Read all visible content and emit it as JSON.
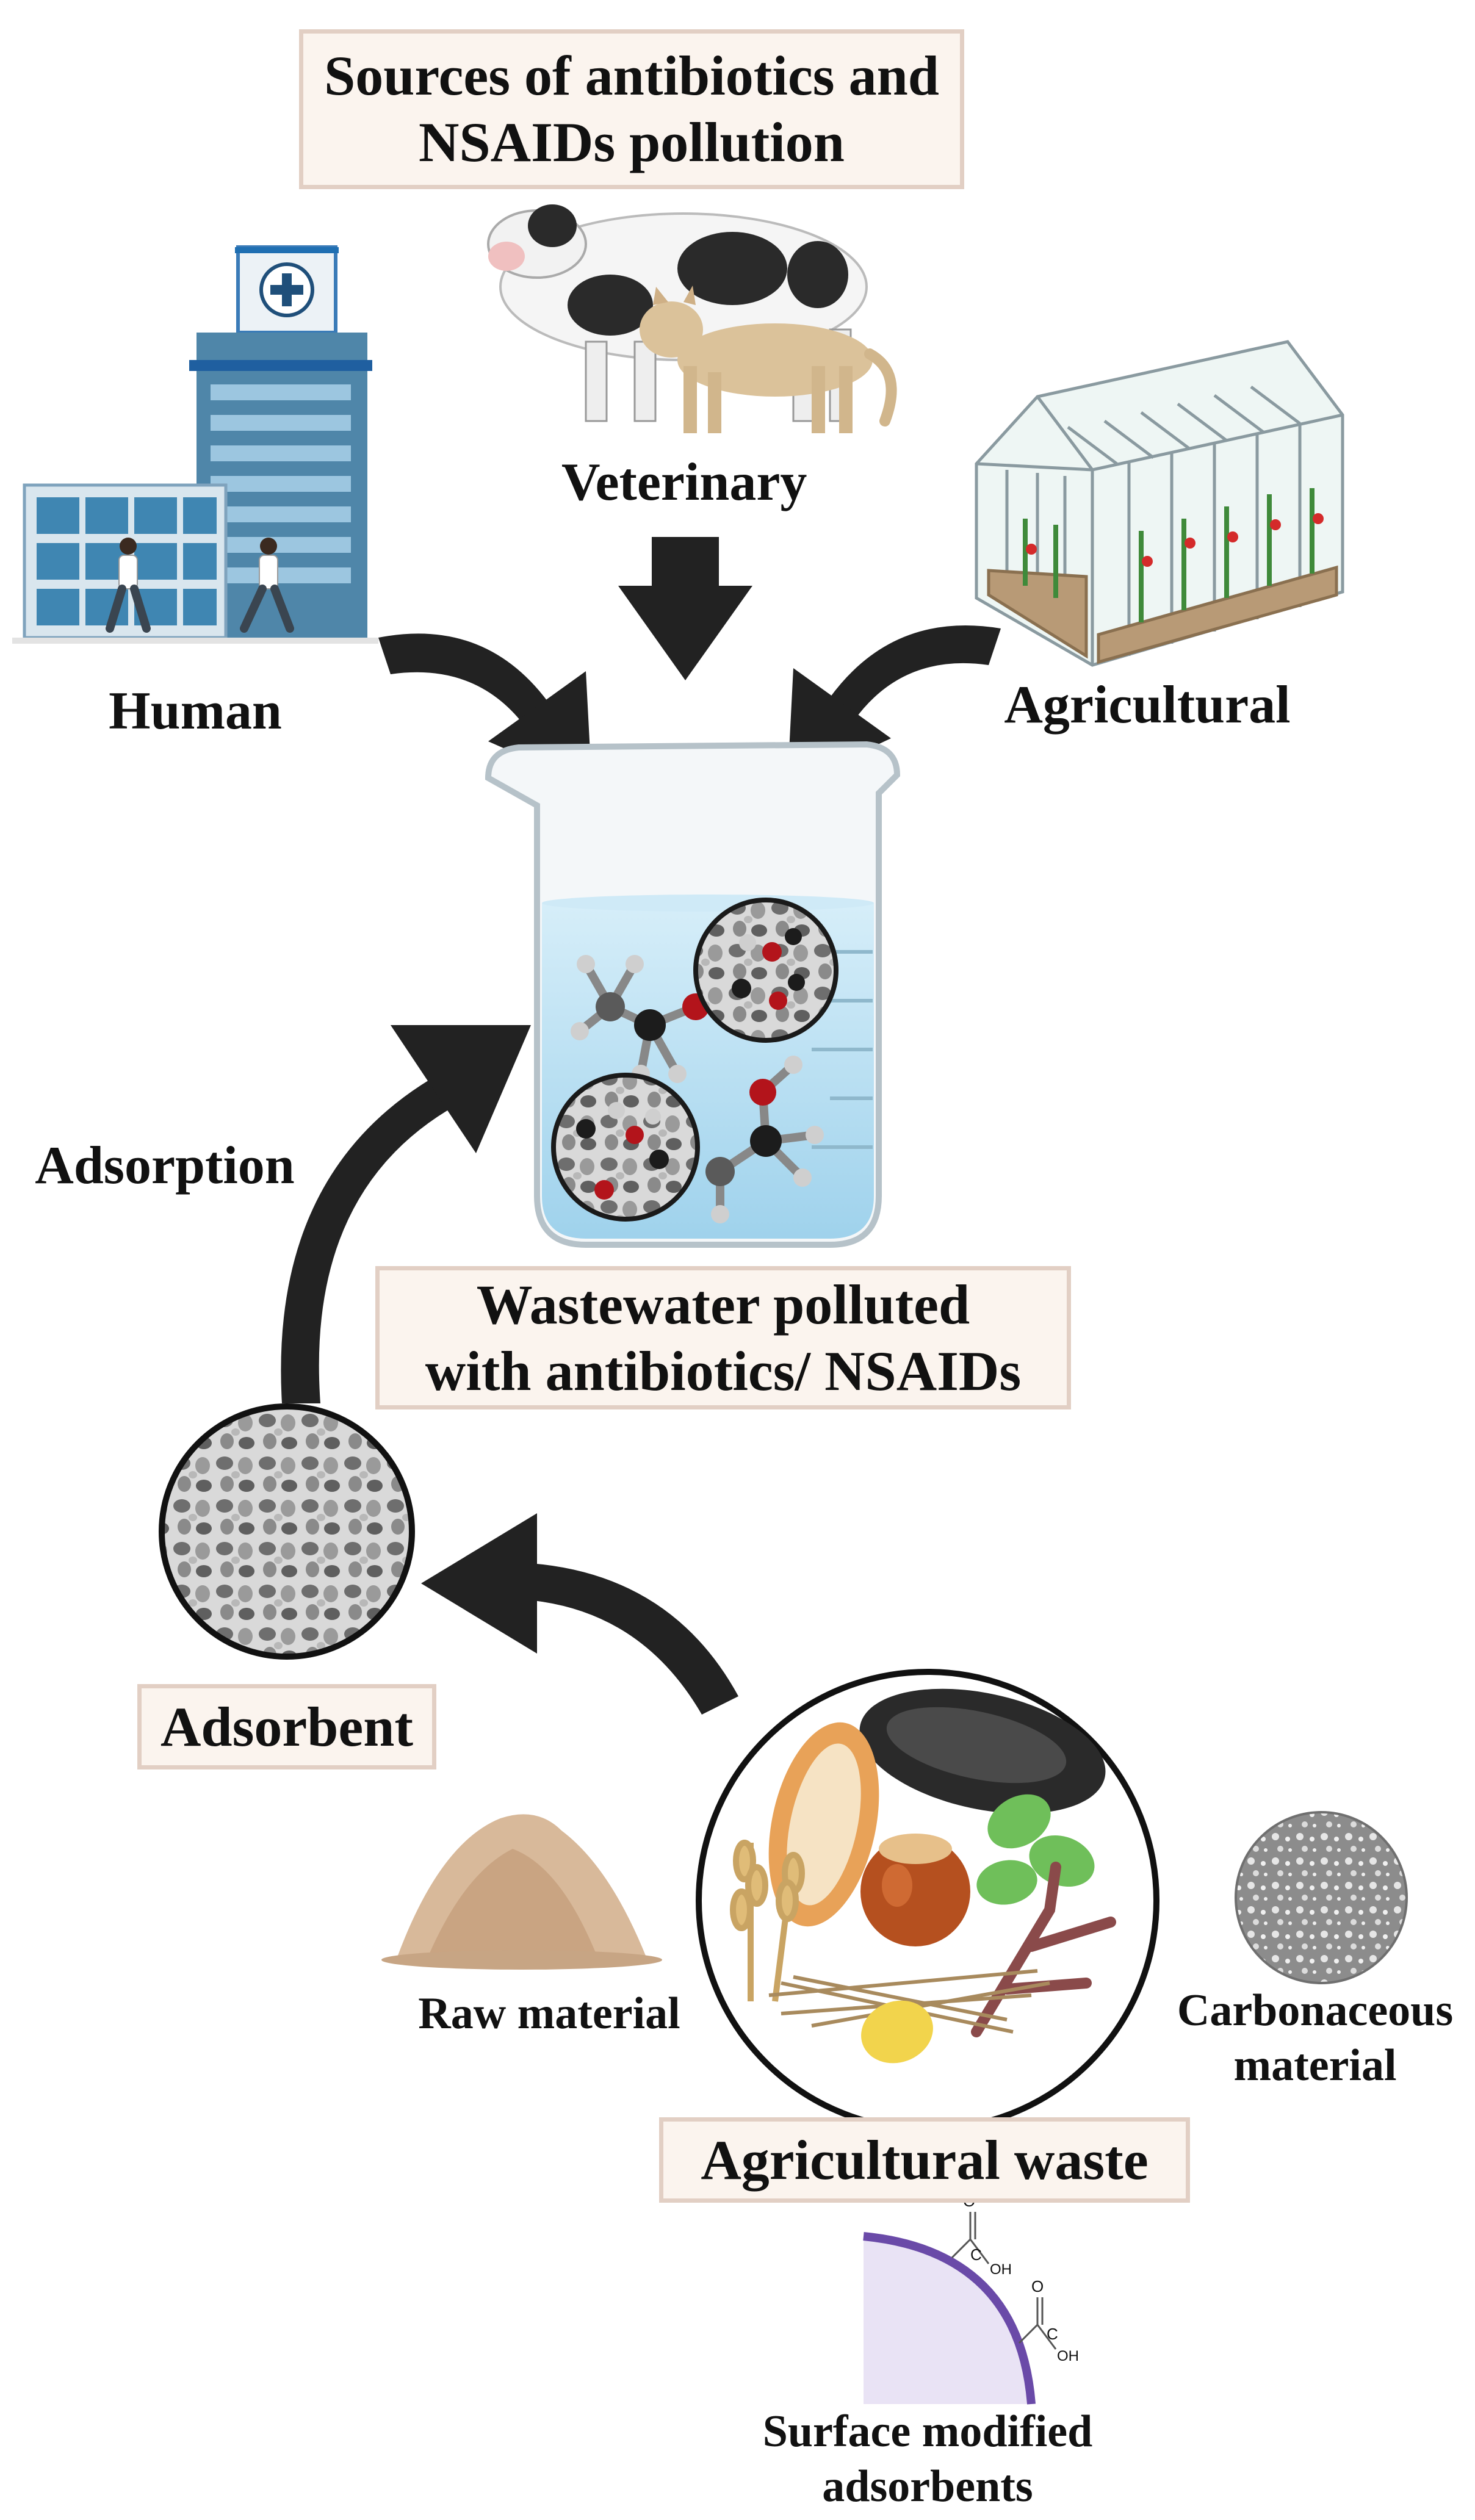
{
  "title": {
    "line1": "Sources of antibiotics and",
    "line2": "NSAIDs pollution"
  },
  "sources": {
    "veterinary": "Veterinary",
    "human": "Human",
    "agricultural": "Agricultural"
  },
  "wastewater": {
    "line1": "Wastewater polluted",
    "line2": "with antibiotics/ NSAIDs"
  },
  "process": {
    "adsorption": "Adsorption",
    "adsorbent": "Adsorbent"
  },
  "materials": {
    "raw": "Raw material",
    "carbonaceous_line1": "Carbonaceous",
    "carbonaceous_line2": "material",
    "agricultural_waste": "Agricultural waste",
    "surface_line1": "Surface modified",
    "surface_line2": "adsorbents"
  },
  "chem_labels": {
    "c": "C",
    "o": "O",
    "oh": "OH"
  },
  "colors": {
    "arrow": "#222222",
    "box_fill": "#fbf4ee",
    "box_border": "#e2cfc4",
    "water": "#bfe3f5",
    "oxygen_atom": "#b3141b",
    "carbon_atom": "#1c1c1c",
    "surface_curve": "#6a4aa8"
  }
}
